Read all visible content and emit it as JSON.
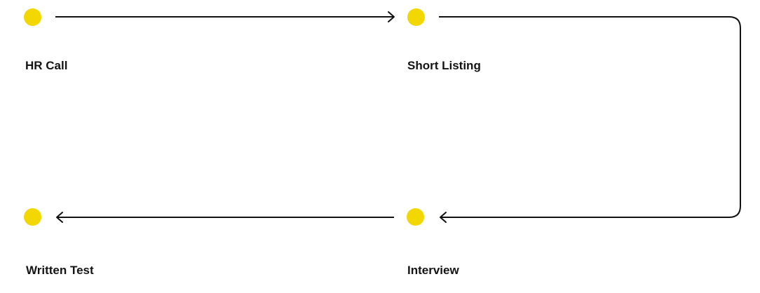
{
  "colors": {
    "dot": "#f2d800",
    "line": "#111111",
    "text": "#141414"
  },
  "steps": [
    {
      "label": "HR Call"
    },
    {
      "label": "Short Listing"
    },
    {
      "label": "Interview"
    },
    {
      "label": "Written Test"
    }
  ],
  "connectors": [
    {
      "from": "HR Call",
      "to": "Short Listing"
    },
    {
      "from": "Short Listing",
      "to": "Interview"
    },
    {
      "from": "Interview",
      "to": "Written Test"
    }
  ]
}
